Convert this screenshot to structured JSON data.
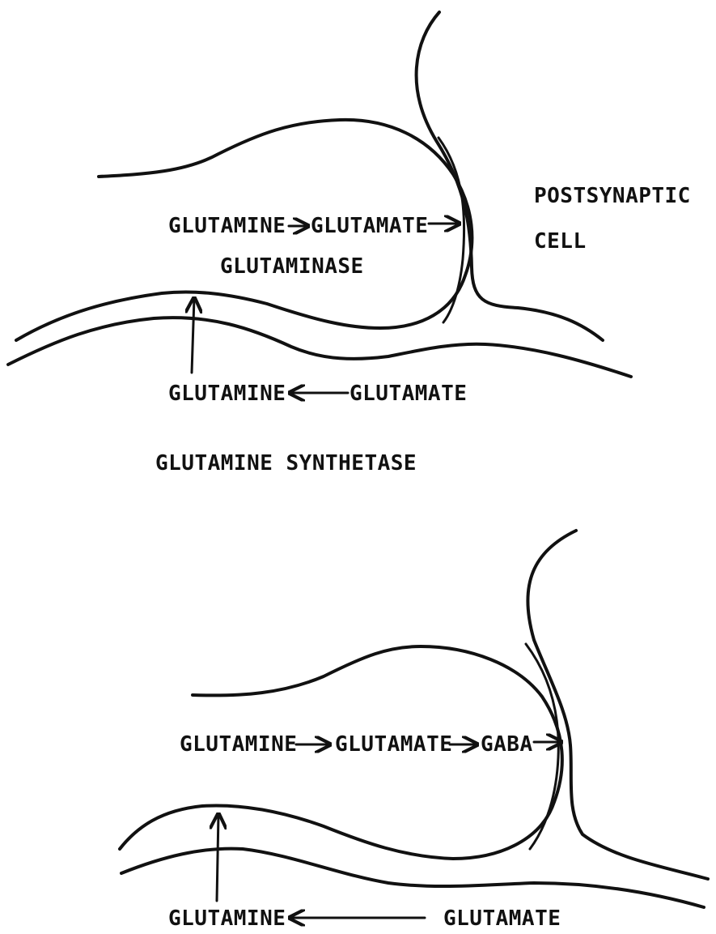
{
  "top_panel": {
    "postsynaptic_line1": "POSTSYNAPTIC",
    "postsynaptic_line2": "CELL",
    "neuron_glutamine": "GLUTAMINE",
    "neuron_glutamate": "GLUTAMATE",
    "neuron_enzyme": "GLUTAMINASE",
    "glia_glutamine": "GLUTAMINE",
    "glia_glutamate": "GLUTAMATE",
    "glia_enzyme": "GLUTAMINE SYNTHETASE"
  },
  "bottom_panel": {
    "neuron_glutamine": "GLUTAMINE",
    "neuron_glutamate": "GLUTAMATE",
    "neuron_gaba": "GABA",
    "glia_glutamine": "GLUTAMINE",
    "glia_glutamate": "GLUTAMATE"
  },
  "colors": {
    "ink": "#111111",
    "background": "#ffffff"
  }
}
